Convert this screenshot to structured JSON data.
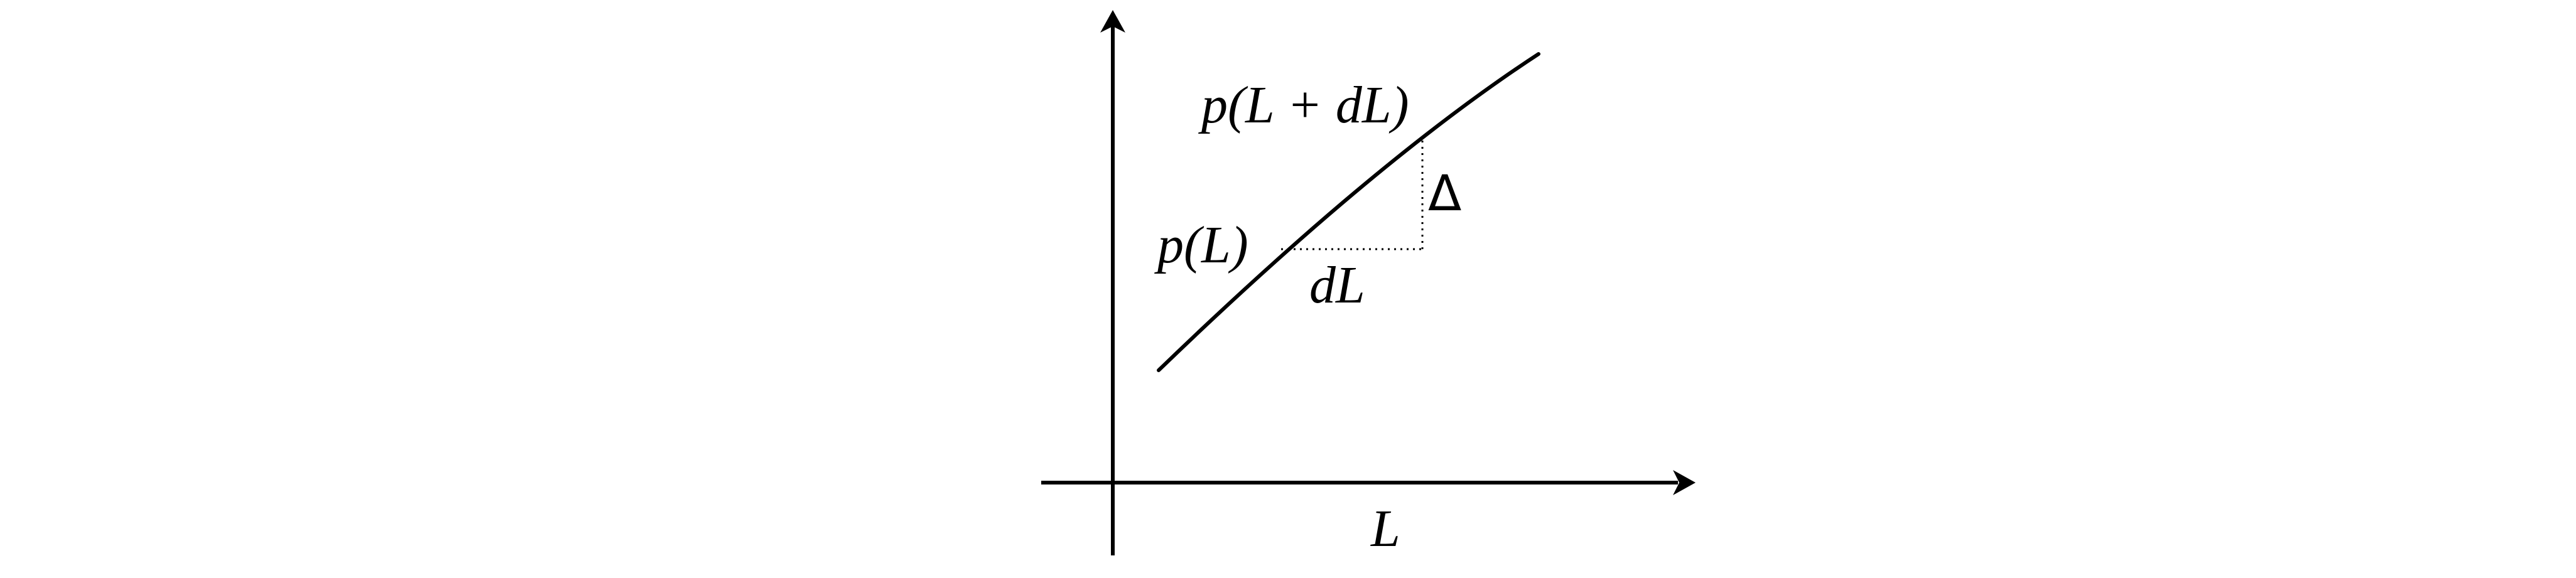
{
  "diagram": {
    "x_axis_label": "L",
    "curve_label_lower": "p(L)",
    "curve_label_upper": "p(L + dL)",
    "horizontal_step_label": "dL",
    "vertical_step_label": "Δ"
  },
  "colors": {
    "ink": "#000000",
    "background": "#ffffff"
  }
}
